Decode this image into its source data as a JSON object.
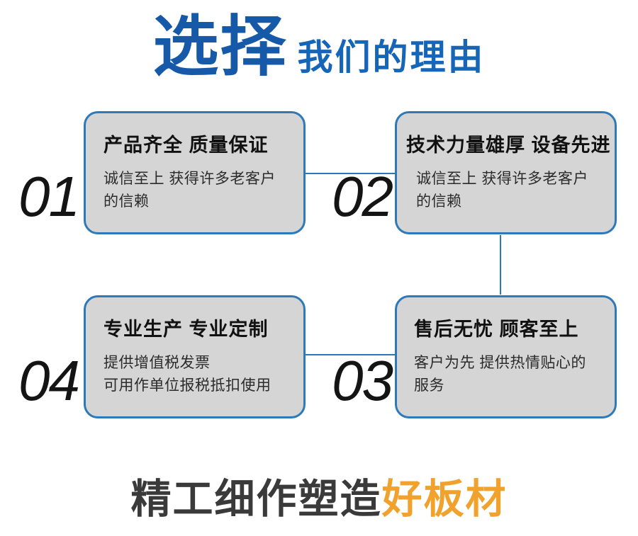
{
  "header": {
    "title_main": "选择",
    "title_sub": "我们的理由"
  },
  "cards": [
    {
      "number": "01",
      "title": "产品齐全 质量保证",
      "body": "诚信至上 获得许多老客户\n的信赖"
    },
    {
      "number": "02",
      "title": "技术力量雄厚 设备先进",
      "body": "诚信至上 获得许多老客户\n的信赖"
    },
    {
      "number": "03",
      "title": "售后无忧 顾客至上",
      "body": "客户为先 提供热情贴心的\n服务"
    },
    {
      "number": "04",
      "title": "专业生产 专业定制",
      "body": "提供增值税发票\n可用作单位报税抵扣使用"
    }
  ],
  "footer": {
    "headline_dark": "精工细作塑造",
    "headline_accent": "好板材"
  },
  "colors": {
    "title_blue": "#1659a8",
    "subtitle_blue": "#1565b8",
    "card_border_blue": "#2e7ab8",
    "card_fill_gray": "#d5d5d5",
    "connector_blue": "#2878be",
    "headline_dark": "#3a3a3a",
    "accent_orange": "#f0a22d"
  }
}
